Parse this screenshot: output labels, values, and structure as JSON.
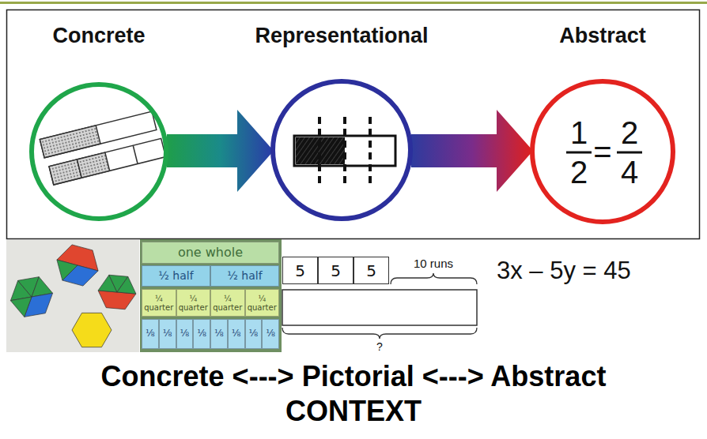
{
  "diagram": {
    "nodes": [
      {
        "text": [
          "Concrete"
        ]
      },
      {
        "text": [
          "Representational"
        ]
      },
      {
        "text": [
          "Abstract",
          "1",
          "2",
          "=",
          "2",
          "4"
        ]
      },
      {
        "text": [
          "one whole"
        ]
      },
      {
        "text": [
          "½ half"
        ]
      },
      {
        "text": [
          "½ half"
        ]
      },
      {
        "text": [
          "¼ quarter"
        ]
      },
      {
        "text": [
          "¼ quarter"
        ]
      },
      {
        "text": [
          "¼ quarter"
        ]
      },
      {
        "text": [
          "¼ quarter"
        ]
      },
      {
        "text": [
          "⅛"
        ]
      },
      {
        "text": [
          "⅛"
        ]
      },
      {
        "text": [
          "⅛"
        ]
      },
      {
        "text": [
          "⅛"
        ]
      },
      {
        "text": [
          "⅛"
        ]
      },
      {
        "text": [
          "⅛"
        ]
      },
      {
        "text": [
          "⅛"
        ]
      },
      {
        "text": [
          "⅛"
        ]
      },
      {
        "text": [
          "5"
        ]
      },
      {
        "text": [
          "5"
        ]
      },
      {
        "text": [
          "5"
        ]
      }
    ],
    "edges": [
      {
        "from": 0,
        "to": 1,
        "arrow": "to"
      },
      {
        "from": 1,
        "to": 2,
        "arrow": "to"
      }
    ],
    "labels": [
      "10 runs",
      "?",
      "3x – 5y = 45",
      "Concrete <---> Pictorial <---> Abstract",
      "CONTEXT"
    ]
  }
}
